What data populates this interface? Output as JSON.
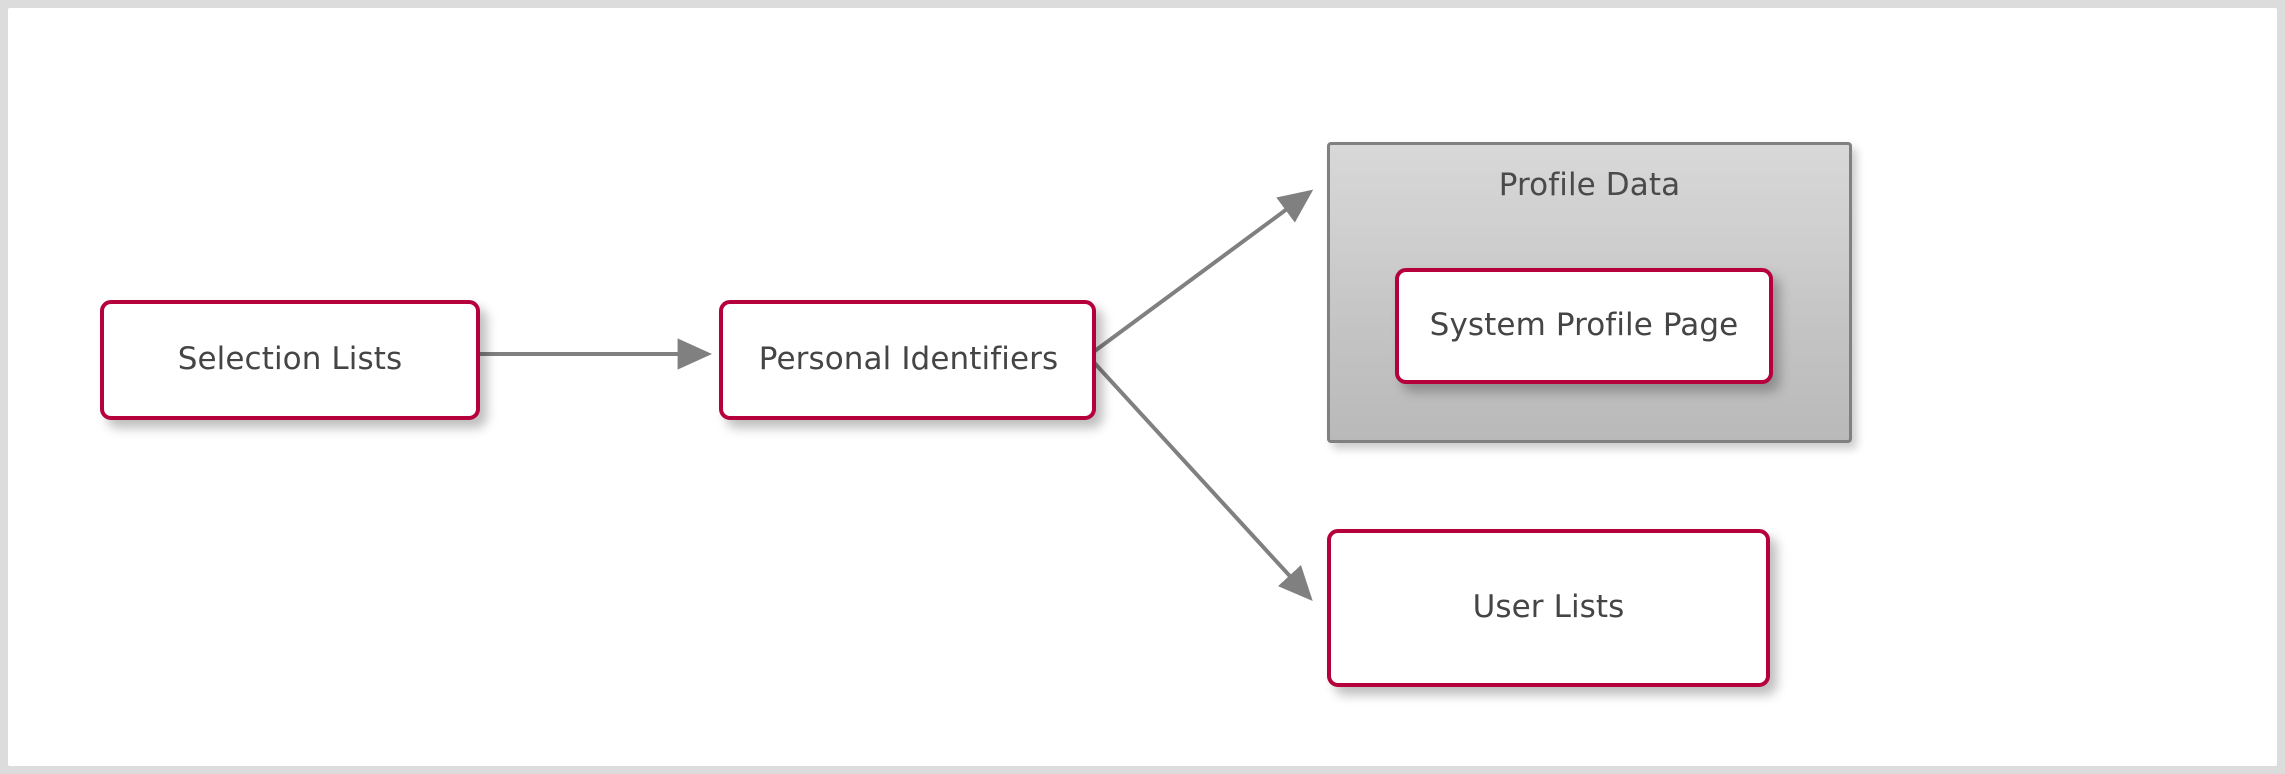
{
  "diagram": {
    "type": "flow-diagram",
    "background_color": "#ffffff",
    "frame_color": "#dcdcdc",
    "node_border_color": "#b5003c",
    "node_fill_color": "#ffffff",
    "group_fill_gradient": [
      "#d8d8d8",
      "#b9b9b9"
    ],
    "group_border_color": "#808080",
    "connector_color": "#808080",
    "text_color": "#454545",
    "nodes": [
      {
        "id": "selection-lists",
        "label": "Selection Lists"
      },
      {
        "id": "personal-identifiers",
        "label": "Personal Identifiers"
      },
      {
        "id": "system-profile-page",
        "label": "System Profile Page"
      },
      {
        "id": "user-lists",
        "label": "User Lists"
      }
    ],
    "groups": [
      {
        "id": "profile-data",
        "label": "Profile Data",
        "contains": [
          "system-profile-page"
        ]
      }
    ],
    "edges": [
      {
        "from": "selection-lists",
        "to": "personal-identifiers",
        "label": "",
        "arrowhead": "solid-triangle"
      },
      {
        "from": "personal-identifiers",
        "to": "profile-data",
        "label": "",
        "arrowhead": "solid-triangle"
      },
      {
        "from": "personal-identifiers",
        "to": "user-lists",
        "label": "",
        "arrowhead": "solid-triangle"
      }
    ]
  }
}
